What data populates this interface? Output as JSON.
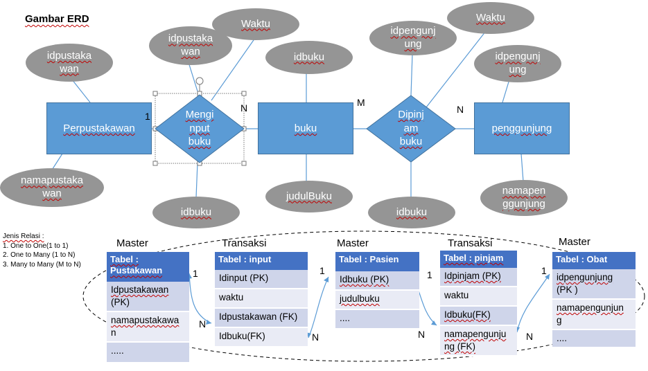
{
  "title": "Gambar ERD",
  "entities": {
    "perpustakawan": "Perpustakawan",
    "buku": "buku",
    "penggunjung": "penggunjung"
  },
  "relations": {
    "menginput": [
      "Mengi",
      "nput",
      "buku"
    ],
    "dipinjam": [
      "Dipinj",
      "am",
      "buku"
    ]
  },
  "attributes": {
    "idpustakawan_left": [
      "idpustaka",
      "wan"
    ],
    "namapustakawan": [
      "namapustaka",
      "wan"
    ],
    "idpustakawan_rel": [
      "idpustaka",
      "wan"
    ],
    "waktu_left": "Waktu",
    "idbuku_rel": "idbuku",
    "idbuku_top": "idbuku",
    "judulbuku": "judulBuku",
    "idpengunjung_rel": [
      "idpengunj",
      "ung"
    ],
    "waktu_right": "Waktu",
    "idbuku_rel2": "idbuku",
    "idpengunjung_right": [
      "idpengunj",
      "ung"
    ],
    "namapengunjung": [
      "namapen",
      "ggunjung"
    ]
  },
  "cardinalities": {
    "c1_left": "1",
    "cN_left": "N",
    "cM": "M",
    "cN_right": "N"
  },
  "legend": {
    "heading": "Jenis Relasi :",
    "items": [
      "1. One to One(1 to 1)",
      "2. One to Many (1 to N)",
      "3. Many to Many (M to N)"
    ]
  },
  "tables": [
    {
      "kind": "Master",
      "header": [
        "Tabel :",
        "Pustakawan"
      ],
      "rows": [
        [
          "Idpustakawan",
          "(PK)"
        ],
        [
          "namapustakawa",
          "n"
        ],
        [
          "....."
        ]
      ]
    },
    {
      "kind": "Transaksi",
      "header": [
        "Tabel : input"
      ],
      "rows": [
        [
          "Idinput (PK)"
        ],
        [
          "waktu"
        ],
        [
          "Idpustakawan (FK)"
        ],
        [
          "Idbuku(FK)"
        ]
      ]
    },
    {
      "kind": "Master",
      "header": [
        "Tabel : Pasien"
      ],
      "rows": [
        [
          "Idbuku (PK)"
        ],
        [
          "judulbuku"
        ],
        [
          "...."
        ]
      ]
    },
    {
      "kind": "Transaksi",
      "header": [
        "Tabel : pinjam"
      ],
      "rows": [
        [
          "Idpinjam (PK)"
        ],
        [
          "waktu"
        ],
        [
          "Idbuku(FK)"
        ],
        [
          "namapengunju",
          "ng (FK)"
        ]
      ]
    },
    {
      "kind": "Master",
      "header": [
        "Tabel : Obat"
      ],
      "rows": [
        [
          "idpengunjung",
          "(PK  )"
        ],
        [
          "namapengunjun",
          "g"
        ],
        [
          "...."
        ]
      ]
    }
  ],
  "table_cardinalities": {
    "t1_one": "1",
    "t1_n": "N",
    "t2_one": "1",
    "t2_n": "N",
    "t3_one": "1",
    "t3_n": "N",
    "t4_one": "1",
    "t4_n": "N"
  }
}
